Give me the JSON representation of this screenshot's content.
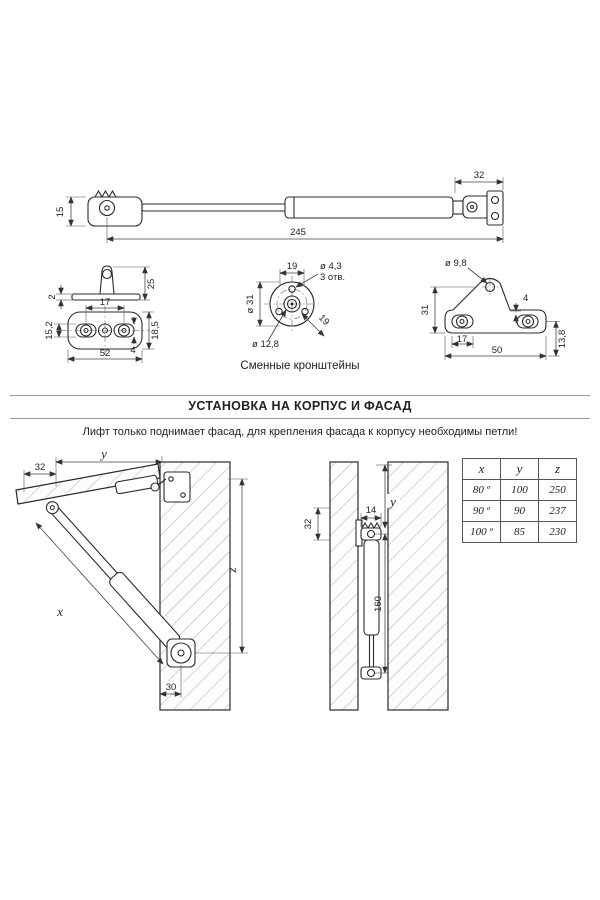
{
  "header": {
    "caption_brackets": "Сменные кронштейны",
    "section_title": "УСТАНОВКА НА КОРПУС И ФАСАД",
    "note": "Лифт только поднимает фасад, для крепления фасада к корпусу необходимы петли!"
  },
  "strut": {
    "dim_width_top": "32",
    "dim_height_left": "15",
    "dim_length": "245"
  },
  "bracket_angle": {
    "dim_plate_thickness": "2",
    "dim_height": "25",
    "dim_hole_spacing": "17",
    "dim_left": "15,2",
    "dim_right": "18,5",
    "dim_slot_width": "4",
    "dim_length": "52"
  },
  "bracket_round": {
    "dim_top": "19",
    "dim_holes_dia": "ø 4,3",
    "dim_holes_count": "3 отв.",
    "dim_outer_dia": "ø 31",
    "dim_hub_dia": "ø 12,8",
    "dim_diag": "19"
  },
  "bracket_plate": {
    "dim_hole_dia": "ø 9,8",
    "dim_height": "31",
    "dim_slot_width": "4",
    "dim_slot_len": "17",
    "dim_length": "50",
    "dim_right": "13,8"
  },
  "open_diagram": {
    "dim_offset": "32",
    "dim_y": "y",
    "dim_x": "x",
    "dim_z": "z",
    "dim_bottom": "30"
  },
  "closed_diagram": {
    "dim_gap": "14",
    "dim_offset": "32",
    "dim_length": "160",
    "dim_y": "y"
  },
  "table": {
    "headers": [
      "x",
      "y",
      "z"
    ],
    "rows": [
      [
        "80 º",
        "100",
        "250"
      ],
      [
        "90 º",
        "90",
        "237"
      ],
      [
        "100 º",
        "85",
        "230"
      ]
    ]
  }
}
